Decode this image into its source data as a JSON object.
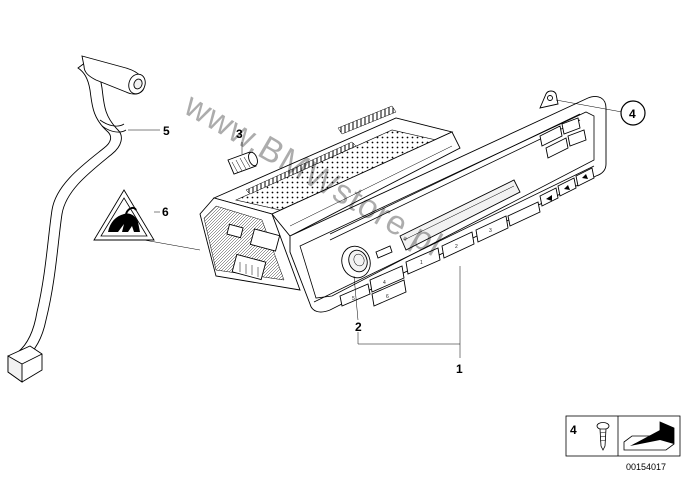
{
  "callouts": {
    "c1": "1",
    "c2": "2",
    "c3": "3",
    "c4": "4",
    "c5": "5",
    "c6": "6"
  },
  "watermark": "www.BMWstore.pl",
  "inset": {
    "number": "4"
  },
  "diagram_id": "00154017",
  "radio_buttons": [
    "1",
    "2",
    "3",
    "4",
    "5",
    "6"
  ]
}
